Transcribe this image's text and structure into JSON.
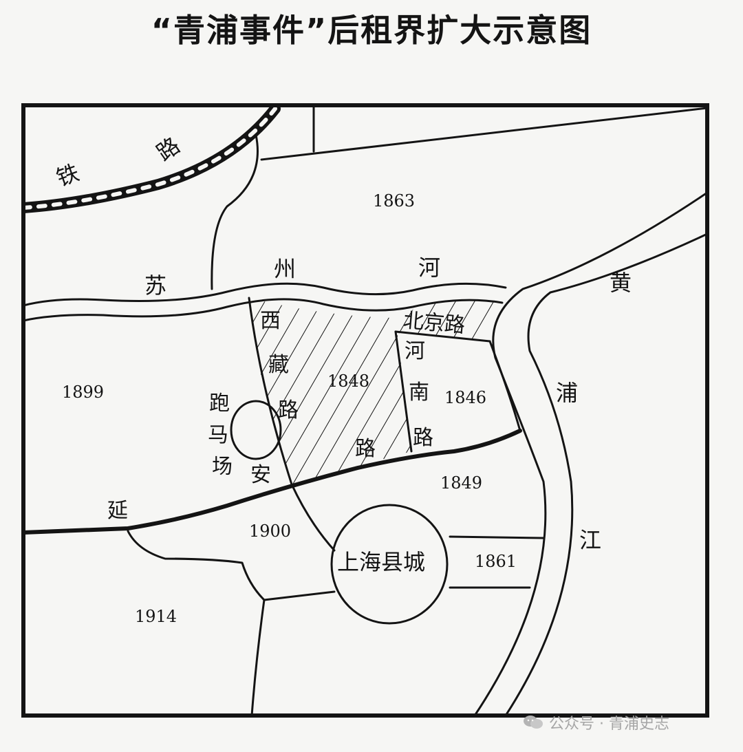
{
  "title": "“青浦事件”后租界扩大示意图",
  "colors": {
    "ink": "#141414",
    "paper": "#f6f6f4",
    "watermark": "#a6a6a6"
  },
  "map": {
    "railway": [
      "铁",
      "路"
    ],
    "suzhou_creek": [
      "苏",
      "州",
      "河"
    ],
    "huangpu_river": [
      "黄",
      "浦",
      "江"
    ],
    "xizang_road": [
      "西",
      "藏",
      "路"
    ],
    "henan_road": [
      "河",
      "南",
      "路"
    ],
    "beijing_road": "北京路",
    "yanan_road": [
      "延",
      "安",
      "路"
    ],
    "racecourse": [
      "跑",
      "马",
      "场"
    ],
    "county_city": "上海县城",
    "years": {
      "y1863": "1863",
      "y1899": "1899",
      "y1848": "1848",
      "y1846": "1846",
      "y1849": "1849",
      "y1900": "1900",
      "y1861": "1861",
      "y1914": "1914"
    }
  },
  "watermark": {
    "icon": "wechat-icon",
    "text": "公众号 · 青浦史志"
  }
}
